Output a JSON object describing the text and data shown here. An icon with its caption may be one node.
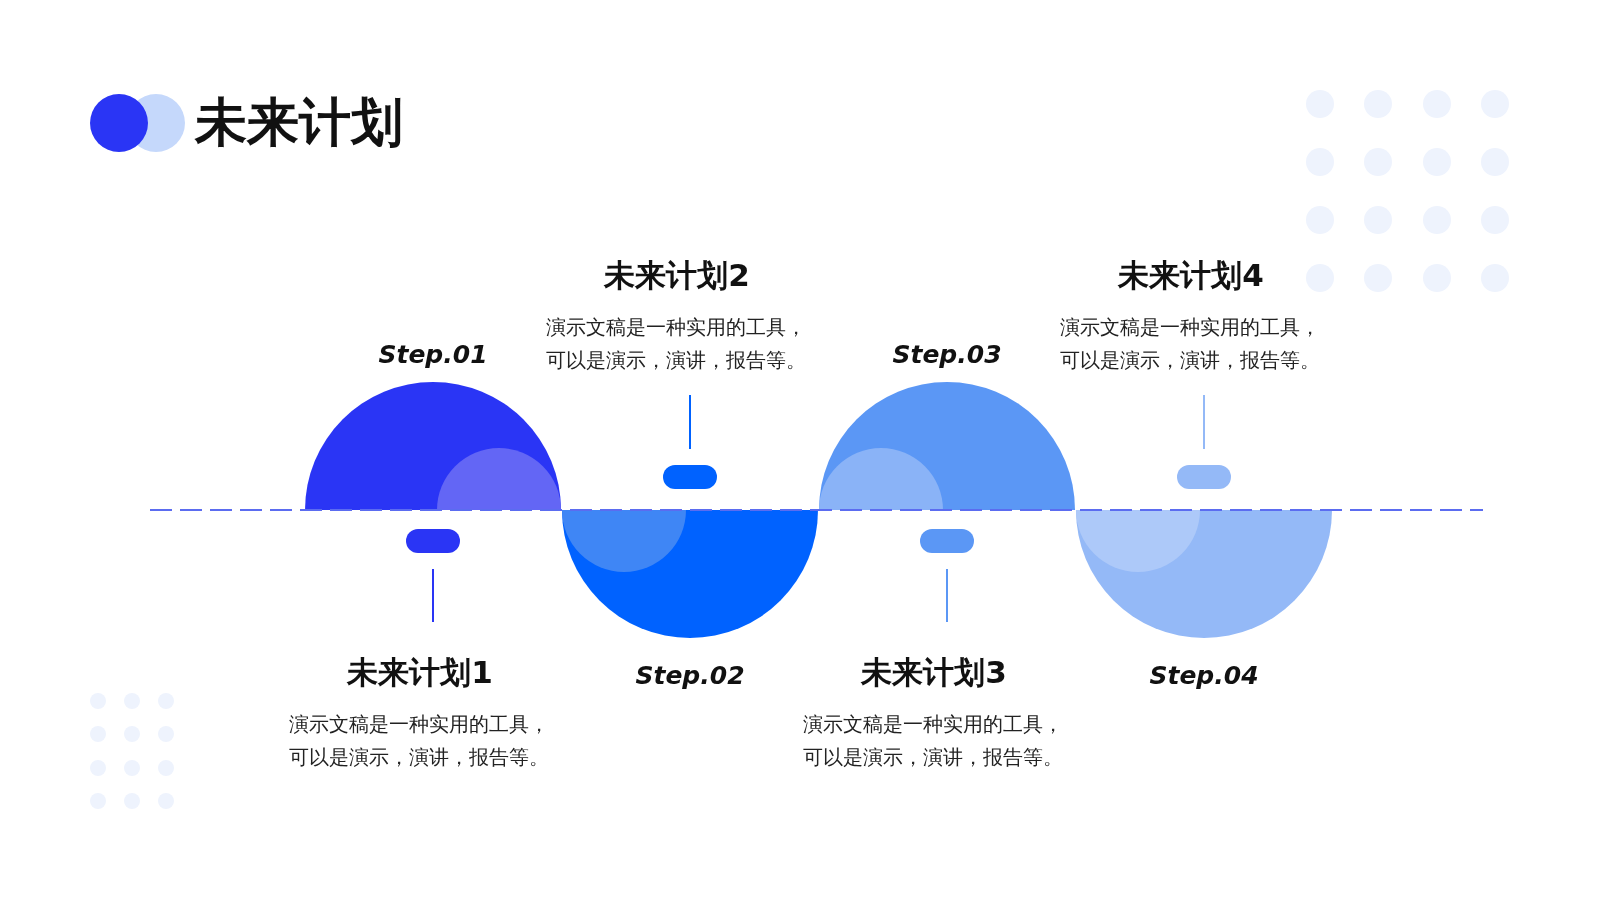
{
  "diagram": {
    "title": "未来计划",
    "nodes": [
      {
        "text": [
          "Step.01"
        ]
      },
      {
        "text": [
          "未来计划1",
          "演示文稿是一种实用的工具，可以是演示，演讲，报告等。"
        ]
      },
      {
        "text": [
          "Step.02"
        ]
      },
      {
        "text": [
          "未来计划2",
          "演示文稿是一种实用的工具，可以是演示，演讲，报告等。"
        ]
      },
      {
        "text": [
          "Step.03"
        ]
      },
      {
        "text": [
          "未来计划3",
          "演示文稿是一种实用的工具，可以是演示，演讲，报告等。"
        ]
      },
      {
        "text": [
          "Step.04"
        ]
      },
      {
        "text": [
          "未来计划4",
          "演示文稿是一种实用的工具，可以是演示，演讲，报告等。"
        ]
      }
    ],
    "edges": []
  }
}
